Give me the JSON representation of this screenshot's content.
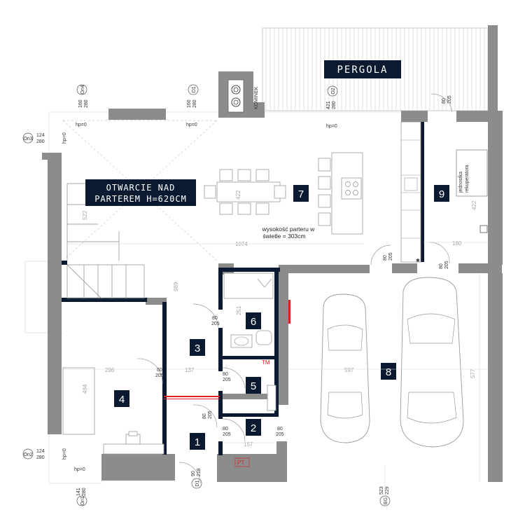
{
  "rooms": [
    {
      "number": "1"
    },
    {
      "number": "2"
    },
    {
      "number": "3"
    },
    {
      "number": "4"
    },
    {
      "number": "5"
    },
    {
      "number": "6"
    },
    {
      "number": "7"
    },
    {
      "number": "8"
    },
    {
      "number": "9"
    }
  ],
  "labels": {
    "pergola": "PERGOLA",
    "kominek": "KOMINEK",
    "opening_line1": "OTWARCIE NAD",
    "opening_line2": "PARTEREM H=620CM",
    "height_note_line1": "wysokość parteru w",
    "height_note_line2": "świetle = 303cm",
    "recuperator_line1": "jednostka",
    "recuperator_line2": "rekuperatora",
    "tm": "TM",
    "pt": "PT"
  },
  "windows": [
    {
      "code": "On4",
      "w": "160",
      "h": "280",
      "sill": "hp=0"
    },
    {
      "code": "O1",
      "w": "160",
      "h": "280",
      "sill": "hp=0"
    },
    {
      "code": "O2",
      "w": "421",
      "h": "280",
      "sill": "hp=0"
    },
    {
      "code": "On3",
      "w": "124",
      "h": "280",
      "sill": "hp=0"
    },
    {
      "code": "On2",
      "w": "124",
      "h": "280",
      "sill": "hp=0"
    },
    {
      "code": "On1",
      "w": "141",
      "h": "280",
      "sill": "hp=0"
    },
    {
      "code": "D1",
      "w": "90",
      "h": "218",
      "sill": ""
    },
    {
      "code": "BG",
      "w": "523",
      "h": "229",
      "sill": ""
    }
  ],
  "doors": [
    {
      "w": "80",
      "h": "205"
    },
    {
      "w": "80",
      "h": "205"
    },
    {
      "w": "80",
      "h": "205"
    },
    {
      "w": "80",
      "h": "205"
    },
    {
      "w": "80",
      "h": "205"
    },
    {
      "w": "80",
      "h": "205"
    },
    {
      "w": "80",
      "h": "205"
    },
    {
      "w": "80",
      "h": "205"
    },
    {
      "w": "80",
      "h": "205"
    }
  ],
  "dimensions": {
    "d1074": "1074",
    "d422a": "422",
    "d522": "522",
    "d989": "989",
    "d296": "296",
    "d494": "494",
    "d137": "137",
    "d251": "251",
    "d157": "157",
    "d597": "597",
    "d577": "577",
    "d422b": "422",
    "d180": "180"
  }
}
